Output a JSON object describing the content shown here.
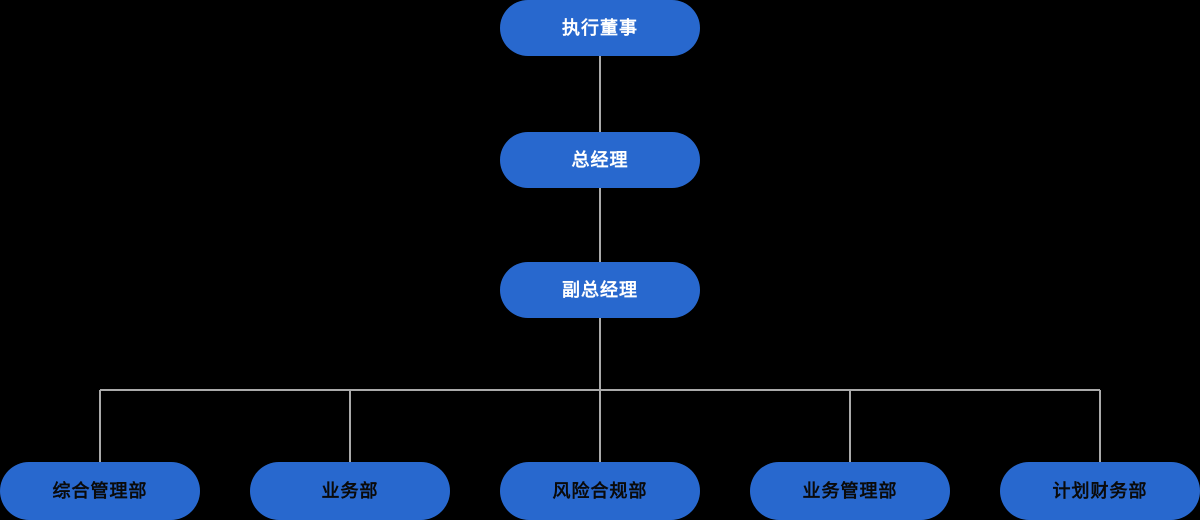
{
  "chart_data": {
    "type": "diagram",
    "diagram_type": "organization-chart",
    "title": "",
    "orientation": "top-down",
    "background_color": "#000000",
    "node_color": "#2868ce",
    "connector_color": "#aaaaaa",
    "levels": [
      {
        "level": 1,
        "nodes": [
          "执行董事"
        ]
      },
      {
        "level": 2,
        "nodes": [
          "总经理"
        ]
      },
      {
        "level": 3,
        "nodes": [
          "副总经理"
        ]
      },
      {
        "level": 4,
        "nodes": [
          "综合管理部",
          "业务部",
          "风险合规部",
          "业务管理部",
          "计划财务部"
        ]
      }
    ],
    "edges": [
      {
        "from": "执行董事",
        "to": "总经理"
      },
      {
        "from": "总经理",
        "to": "副总经理"
      },
      {
        "from": "副总经理",
        "to": "综合管理部"
      },
      {
        "from": "副总经理",
        "to": "业务部"
      },
      {
        "from": "副总经理",
        "to": "风险合规部"
      },
      {
        "from": "副总经理",
        "to": "业务管理部"
      },
      {
        "from": "副总经理",
        "to": "计划财务部"
      }
    ]
  },
  "chart": {
    "executive_director": "执行董事",
    "general_manager": "总经理",
    "deputy_general_manager": "副总经理",
    "departments": [
      {
        "label": "综合管理部"
      },
      {
        "label": "业务部"
      },
      {
        "label": "风险合规部"
      },
      {
        "label": "业务管理部"
      },
      {
        "label": "计划财务部"
      }
    ]
  },
  "colors": {
    "background": "#000000",
    "node_fill": "#2868ce",
    "connector": "#aaaaaa",
    "top_label_text": "#ffffff",
    "department_label_text": "#0a0a0a"
  }
}
